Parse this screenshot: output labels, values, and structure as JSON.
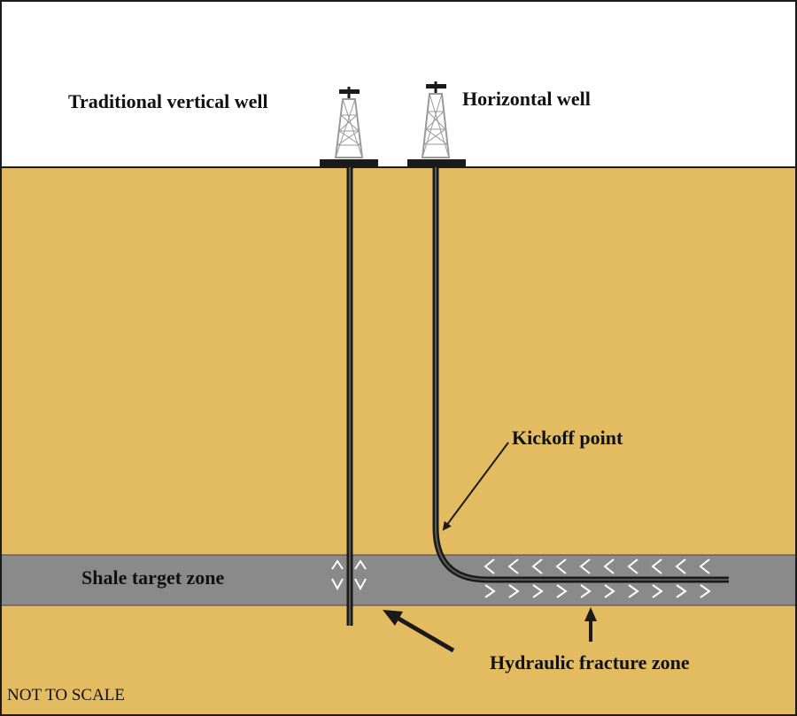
{
  "labels": {
    "vertical_well": "Traditional vertical well",
    "horizontal_well": "Horizontal well",
    "kickoff_point": "Kickoff point",
    "shale_zone": "Shale target zone",
    "fracture_zone": "Hydraulic fracture zone",
    "scale_note": "NOT TO SCALE"
  },
  "colors": {
    "sky": "#ffffff",
    "ground": "#e3bc62",
    "shale": "#8a8a8a",
    "line": "#1a1a1a",
    "derrick": "#9a9a9a",
    "fracture": "#ffffff"
  },
  "icons": [
    "oil-derrick-icon",
    "oil-derrick-icon",
    "arrow-icon"
  ]
}
